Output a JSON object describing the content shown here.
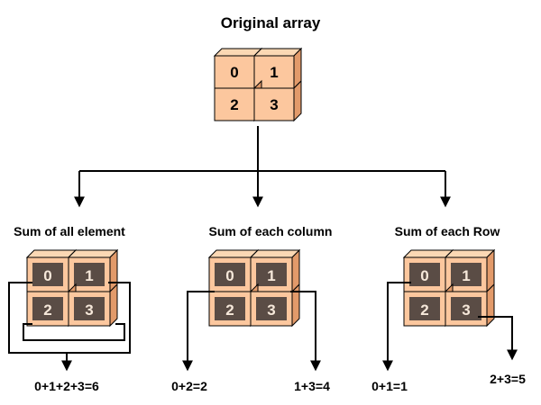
{
  "title": "Original array",
  "original": {
    "cells": [
      "0",
      "1",
      "2",
      "3"
    ]
  },
  "panels": [
    {
      "label": "Sum of all element",
      "cells": [
        "0",
        "1",
        "2",
        "3"
      ],
      "results": [
        "0+1+2+3=6"
      ]
    },
    {
      "label": "Sum of each column",
      "cells": [
        "0",
        "1",
        "2",
        "3"
      ],
      "results": [
        "0+2=2",
        "1+3=4"
      ]
    },
    {
      "label": "Sum of each Row",
      "cells": [
        "0",
        "1",
        "2",
        "3"
      ],
      "results": [
        "0+1=1",
        "2+3=5"
      ]
    }
  ],
  "colors": {
    "cube_front": "#fcc79e",
    "cube_top": "#fbd8b4",
    "cube_side": "#e29a6a",
    "cell_inner": "#5a4c45",
    "line": "#000000"
  }
}
